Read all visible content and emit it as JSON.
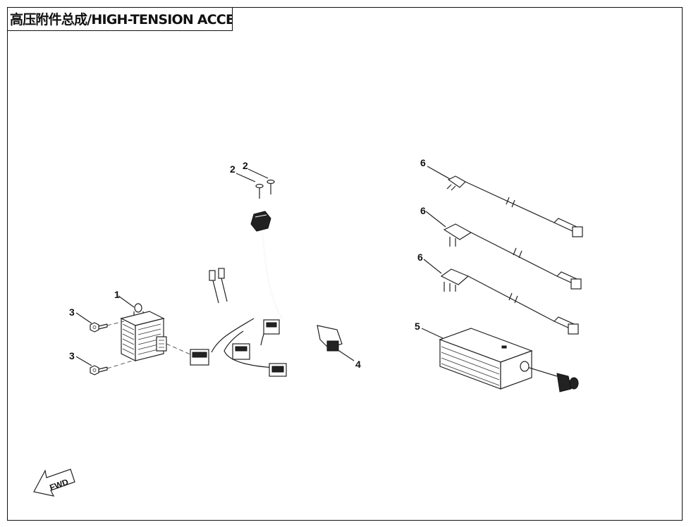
{
  "title": "高压附件总成/HIGH-TENSION ACCESSORIES",
  "fwd_label": "FWD",
  "callouts": {
    "regulator": "1",
    "pin_left": "2",
    "pin_right": "2",
    "bolt_upper": "3",
    "bolt_lower": "3",
    "harness": "4",
    "charger": "5",
    "cord_top": "6",
    "cord_middle": "6",
    "cord_bottom": "6"
  }
}
